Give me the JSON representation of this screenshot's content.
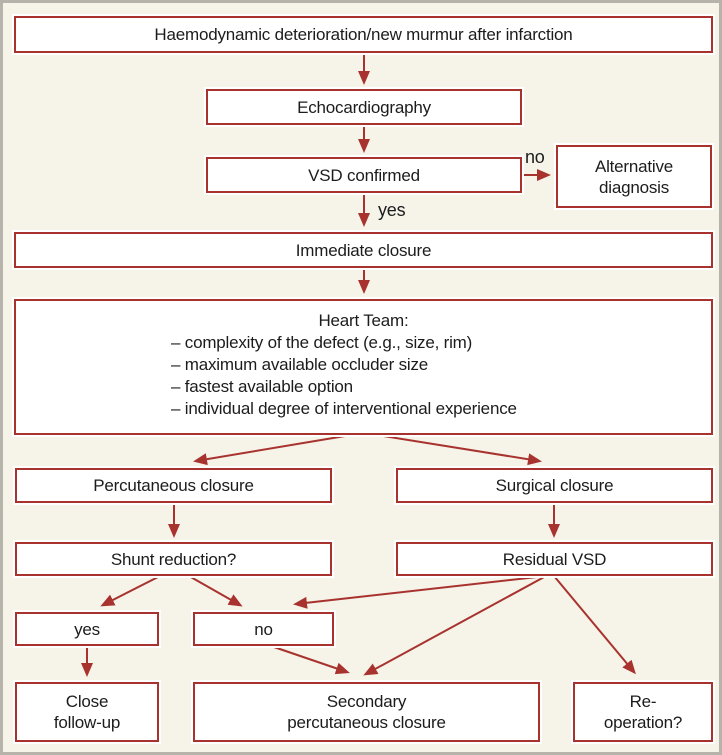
{
  "theme": {
    "background": "#f6f3e9",
    "frame_border": "#b5b3aa",
    "box_fill": "#ffffff",
    "box_border": "#a8332e",
    "arrow": "#a8332e",
    "text": "#1c1c1c"
  },
  "nodes": {
    "haemodynamic": {
      "label": "Haemodynamic deterioration/new murmur after infarction"
    },
    "echocardiography": {
      "label": "Echocardiography"
    },
    "vsd_confirmed": {
      "label": "VSD confirmed"
    },
    "alternative_diagnosis": {
      "lines": [
        "Alternative",
        "diagnosis"
      ]
    },
    "immediate_closure": {
      "label": "Immediate closure"
    },
    "heart_team": {
      "title": "Heart Team:",
      "items": [
        "– complexity of the defect (e.g., size, rim)",
        "– maximum available occluder size",
        "– fastest available option",
        "– individual degree of interventional experience"
      ]
    },
    "percutaneous_closure": {
      "label": "Percutaneous closure"
    },
    "surgical_closure": {
      "label": "Surgical closure"
    },
    "shunt_reduction": {
      "label": "Shunt reduction?"
    },
    "residual_vsd": {
      "label": "Residual VSD"
    },
    "yes_node": {
      "label": "yes"
    },
    "no_node": {
      "label": "no"
    },
    "close_follow_up": {
      "lines": [
        "Close",
        "follow-up"
      ]
    },
    "secondary_percutaneous_closure": {
      "lines": [
        "Secondary",
        "percutaneous closure"
      ]
    },
    "re_operation": {
      "lines": [
        "Re-",
        "operation?"
      ]
    }
  },
  "edge_labels": {
    "vsd_no": "no",
    "vsd_yes": "yes"
  }
}
